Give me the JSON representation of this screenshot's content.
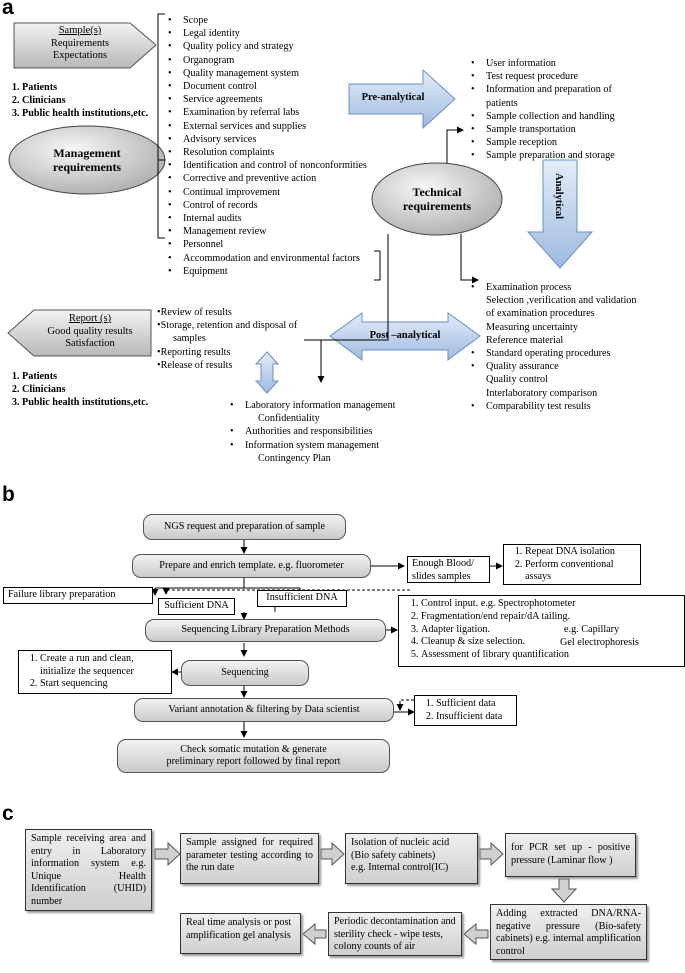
{
  "panel_a": {
    "letter": "a",
    "sample_tag": {
      "title": "Sample(s)",
      "line1": "Requirements",
      "line2": "Expectations"
    },
    "stakeholders_top": [
      "Patients",
      "Clinicians",
      "Public health institutions,etc."
    ],
    "management": {
      "line1": "Management",
      "line2": "requirements"
    },
    "management_list": [
      "Scope",
      "Legal identity",
      "Quality policy and strategy",
      "Organogram",
      "Quality management system",
      "Document control",
      "Service agreements",
      "Examination by referral  labs",
      "External services and supplies",
      "Advisory services",
      "Resolution complaints",
      "Identification  and control of nonconformities",
      "Corrective and preventive action",
      " Continual  improvement",
      "Control of records",
      "Internal audits",
      "Management review"
    ],
    "shared_list": [
      "Personnel",
      "Accommodation  and environmental factors",
      "Equipment"
    ],
    "pre_analytical_label": "Pre-analytical",
    "pre_list": [
      "User information",
      "Test request procedure",
      "Information and preparation of",
      "patients",
      "Sample collection and handling",
      "Sample transportation",
      "Sample reception",
      "Sample preparation and storage"
    ],
    "technical": {
      "line1": "Technical",
      "line2": "requirements"
    },
    "analytical_label": "Analytical",
    "analytical_list": [
      "Examination process",
      "Selection ,verification  and validation",
      "of examination procedures",
      "Measuring uncertainty",
      "Reference material",
      "Standard operating procedures",
      "Quality assurance",
      "Quality control",
      "Interlaboratory comparison",
      "Comparability test results"
    ],
    "post_analytical_label": "Post –analytical",
    "post_list": [
      "Review of results",
      "Storage, retention and disposal of",
      "samples",
      "Reporting results",
      "Release of results"
    ],
    "report_tag": {
      "title": "Report (s)",
      "line1": "Good quality results",
      "line2": "Satisfaction"
    },
    "stakeholders_bottom": [
      "Patients",
      "Clinicians",
      "Public health institutions,etc."
    ],
    "lis_list": [
      "Laboratory information management",
      "Confidentiality",
      "Authorities and responsibilities",
      "Information system  management",
      "Contingency Plan"
    ]
  },
  "panel_b": {
    "letter": "b",
    "ngs_request": "NGS request and preparation of sample",
    "prepare_template": "Prepare and enrich template. e.g. fluorometer",
    "enough_blood": [
      "Enough Blood/",
      "slides samples"
    ],
    "repeat_list": [
      "Repeat DNA isolation",
      "Perform conventional",
      "assays"
    ],
    "failure_library": "Failure library preparation",
    "sufficient_dna": "Sufficient DNA",
    "insufficient_dna": "Insufficient DNA",
    "library_prep": "Sequencing Library Preparation Methods",
    "library_steps": [
      "Control input. e.g. Spectrophotometer",
      "Fragmentation/end repair/dA tailing.",
      "Adapter ligation.",
      "Cleanup & size selection.",
      "Assessment of library quantification"
    ],
    "capillary": [
      "e.g. Capillary",
      "Gel electrophoresis"
    ],
    "run_steps": [
      "Create a run and clean,",
      "initialize the sequencer",
      "Start sequencing"
    ],
    "sequencing": "Sequencing",
    "variant": "Variant annotation & filtering by Data scientist",
    "data_list": [
      "Sufficient data",
      "Insufficient data"
    ],
    "final_report": [
      "Check somatic mutation & generate",
      "preliminary report followed by final report"
    ]
  },
  "panel_c": {
    "letter": "c",
    "box1": "Sample receiving area and entry in Laboratory information system e.g. Unique Health Identification (UHID) number",
    "box2": "Sample assigned for required parameter testing according to the run date",
    "box3": [
      "Isolation of nucleic acid",
      "(Bio safety cabinets)",
      "e.g. Internal control(IC)"
    ],
    "box4": "for PCR set up - positive pressure (Laminar flow )",
    "box5": "Adding extracted DNA/RNA-negative pressure (Bio-safety cabinets) e.g. internal amplification control",
    "box6": "Periodic decontamination and sterility check - wipe tests, colony counts of air",
    "box7": "Real time analysis or post amplification gel analysis"
  },
  "colors": {
    "blue_arrow": "#b9cde8",
    "blue_arrow_edge": "#6c8ebf",
    "gray_fill": "#d4d4d4",
    "box_border": "#000000"
  }
}
